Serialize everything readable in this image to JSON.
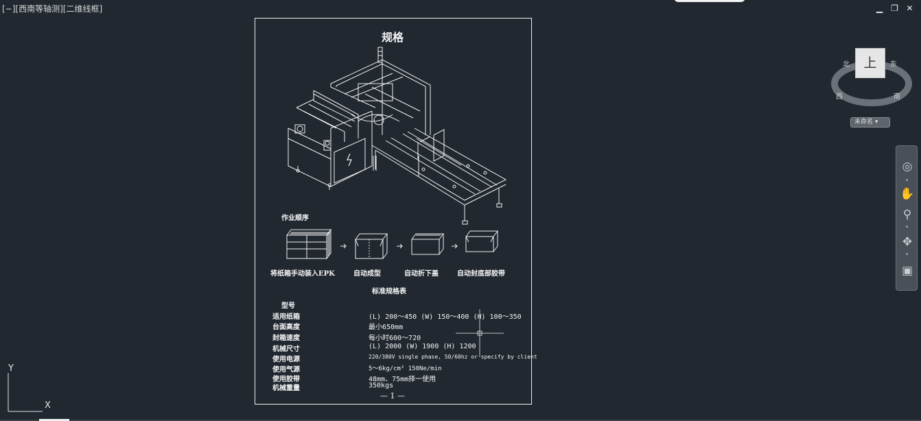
{
  "viewport": {
    "controls_label": "[−]",
    "view_label": "[西南等轴测]",
    "visual_style_label": "[二维线框]"
  },
  "window_controls": {
    "minimize": "▁",
    "restore": "❐",
    "close": "✕"
  },
  "sheet": {
    "title": "规格",
    "process_title": "作业顺序",
    "steps": [
      "将纸箱手动装入EPK",
      "自动成型",
      "自动折下盖",
      "自动封底部胶带"
    ],
    "table_title": "标准规格表",
    "model_label": "型号",
    "specs": [
      {
        "label": "适用纸箱",
        "value": "(L) 200～450 (W) 150～400 (H) 100～350"
      },
      {
        "label": "台面高度",
        "value": "最小650mm"
      },
      {
        "label": "封箱速度",
        "value": "每小时600～720"
      },
      {
        "label": "机械尺寸",
        "value": "(L) 2000 (W) 1900 (H) 1200"
      },
      {
        "label": "使用电源",
        "value": "220/380V single phase, 50/60hz or specify by client"
      },
      {
        "label": "使用气源",
        "value": "5～6kg/cm² 150Ne/min"
      },
      {
        "label": "使用胶带",
        "value": "48mm、75mm择一使用"
      },
      {
        "label": "机械重量",
        "value": "350kgs"
      }
    ],
    "page_number": "— 1 —"
  },
  "ucs": {
    "x_label": "X",
    "y_label": "Y"
  },
  "viewcube": {
    "top_face": "上",
    "north": "北",
    "east": "东",
    "south": "南",
    "west": "西",
    "wcs_menu": "未命名 ▾"
  },
  "navbar": {
    "items": [
      "steering-wheel",
      "pan",
      "zoom",
      "orbit",
      "showmotion"
    ]
  },
  "colors": {
    "background": "#212830",
    "linework": "#f2f2f2"
  }
}
